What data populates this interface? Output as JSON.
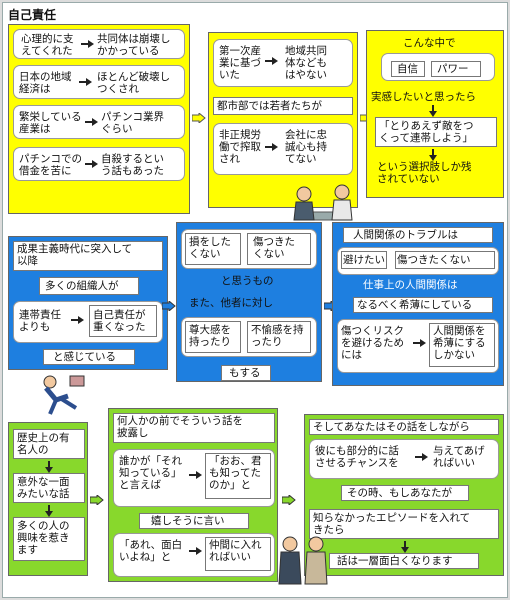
{
  "title": "自己責任",
  "p1": {
    "r1a": "心理的に支\nえてくれた",
    "r1b": "共同体は崩壊し\nかかっている",
    "r2a": "日本の地域\n経済は",
    "r2b": "ほとんど破壊し\nつくされ",
    "r3a": "繁栄している\n産業は",
    "r3b": "パチンコ業界\nぐらい",
    "r4a": "パチンコでの\n借金を苦に",
    "r4b": "自殺するとい\nう話もあった"
  },
  "p2": {
    "r1a": "第一次産\n業に基づ\nいた",
    "r1b": "地域共同\n体なども\nはやない",
    "mid": "都市部では若者たちが",
    "r2a": "非正規労\n働で搾取\nされ",
    "r2b": "会社に忠\n誠心も持\nてない"
  },
  "p3": {
    "head": "こんな中で",
    "tag1": "自信",
    "tag2": "パワー",
    "l1": "実感したいと思ったら",
    "l2": "「とりあえず敵をつ\nくって連帯しよう」",
    "l3": "という選択肢しか残\nされていない"
  },
  "p4": {
    "head": "成果主義時代に突入して\n以降",
    "mid": "多くの組織人が",
    "a": "連帯責任\nよりも",
    "b": "自己責任が\n重くなった",
    "foot": "と感じている"
  },
  "p5": {
    "a": "損をした\nくない",
    "b": "傷つきた\nくない",
    "l1": "と思うもの",
    "l2": "また、他者に対し",
    "c": "尊大感を\n持ったり",
    "d": "不愉感を持\nったり",
    "foot": "もする"
  },
  "p6": {
    "head": "人間関係のトラブルは",
    "a": "避けたい",
    "b": "傷つきたくない",
    "l1": "仕事上の人間関係は",
    "l2": "なるべく希薄にしている",
    "c": "傷つくリスク\nを避けるため\nには",
    "d": "人間関係を\n希薄にする\nしかない"
  },
  "p7": {
    "a": "歴史上の有\n名人の",
    "b": "意外な一面\nみたいな話",
    "c": "多くの人の\n興味を惹き\nます"
  },
  "p8": {
    "head": "何人かの前でそういう話を\n披露し",
    "a": "誰かが「それ\n知っている」\nと言えば",
    "b": "「おお、君\nも知ってた\nのか」と",
    "mid": "嬉しそうに言い",
    "c": "「あれ、面白\nいよね」と",
    "d": "仲間に入れ\nればいい"
  },
  "p9": {
    "head": "そしてあなたはその話をしながら",
    "a": "彼にも部分的に話\nさせるチャンスを",
    "b": "与えてあげ\nればいい",
    "l1": "その時、もしあなたが",
    "l2": "知らなかったエピソードを入れて\nきたら",
    "foot": "話は一層面白くなります"
  },
  "colors": {
    "yellow": "#ffff00",
    "blue": "#1e7fe0",
    "green": "#88d82c"
  }
}
